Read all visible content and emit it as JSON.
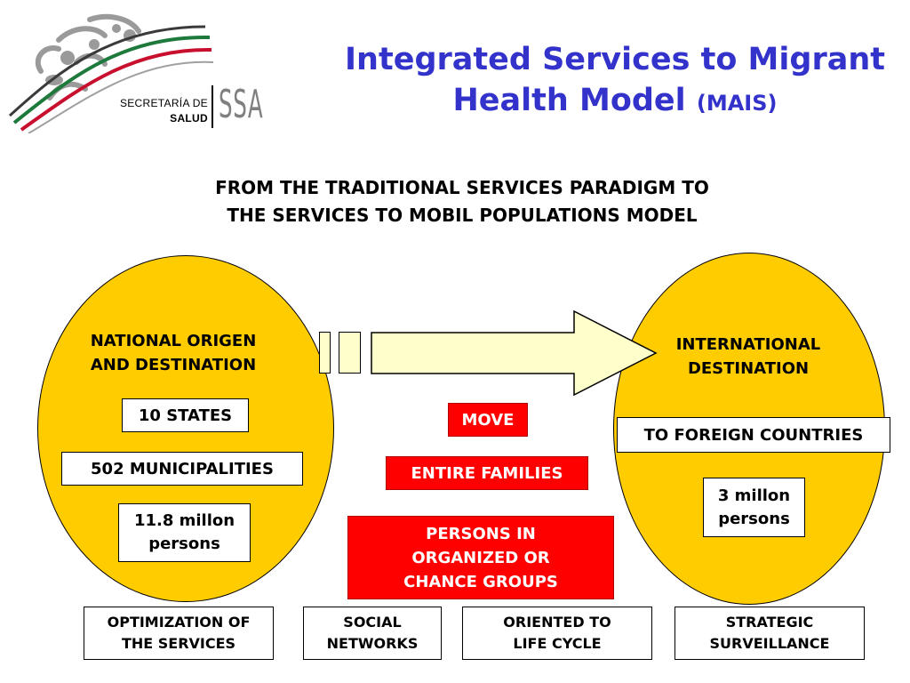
{
  "logo": {
    "line1": "SECRETARÍA DE",
    "line2": "SALUD",
    "mark": "SSA",
    "emblem_icon": "eagle-emblem-icon"
  },
  "title": {
    "main": "Integrated Services to Migrant",
    "line2": "Health Model",
    "abbr": "(MAIS)",
    "color": "#3333cc"
  },
  "subtitle": {
    "line1": "FROM THE TRADITIONAL SERVICES PARADIGM TO",
    "line2": "THE SERVICES TO MOBIL POPULATIONS MODEL"
  },
  "left": {
    "heading1": "NATIONAL ORIGEN",
    "heading2": "AND DESTINATION",
    "states": "10 STATES",
    "municipalities": "502 MUNICIPALITIES",
    "persons1": "11.8 millon",
    "persons2": "persons"
  },
  "right": {
    "heading1": "INTERNATIONAL",
    "heading2": "DESTINATION",
    "foreign": "TO FOREIGN COUNTRIES",
    "persons1": "3 millon",
    "persons2": "persons"
  },
  "center": {
    "move": "MOVE",
    "families": "ENTIRE FAMILIES",
    "groups1": "PERSONS IN",
    "groups2": "ORGANIZED OR",
    "groups3": "CHANCE GROUPS"
  },
  "bottom": {
    "b1_1": "OPTIMIZATION OF",
    "b1_2": "THE SERVICES",
    "b2_1": "SOCIAL",
    "b2_2": "NETWORKS",
    "b3_1": "ORIENTED TO",
    "b3_2": "LIFE CYCLE",
    "b4_1": "STRATEGIC",
    "b4_2": "SURVEILLANCE"
  },
  "colors": {
    "ellipse": "#ffcc00",
    "arrow": "#ffffcc",
    "red": "#ff0000"
  }
}
